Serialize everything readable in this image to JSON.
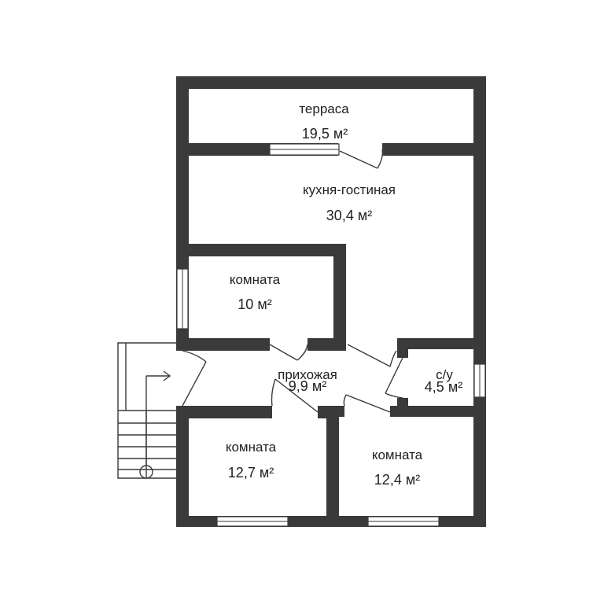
{
  "rooms": {
    "terrace": {
      "name": "терраса",
      "area": "19,5 м²"
    },
    "kitchen": {
      "name": "кухня-гостиная",
      "area": "30,4 м²"
    },
    "room1": {
      "name": "комната",
      "area": "10 м²"
    },
    "hall": {
      "name": "прихожая",
      "area": "9,9 м²"
    },
    "bath": {
      "name": "с/у",
      "area": "4,5 м²"
    },
    "room2": {
      "name": "комната",
      "area": "12,7 м²"
    },
    "room3": {
      "name": "комната",
      "area": "12,4 м²"
    }
  }
}
